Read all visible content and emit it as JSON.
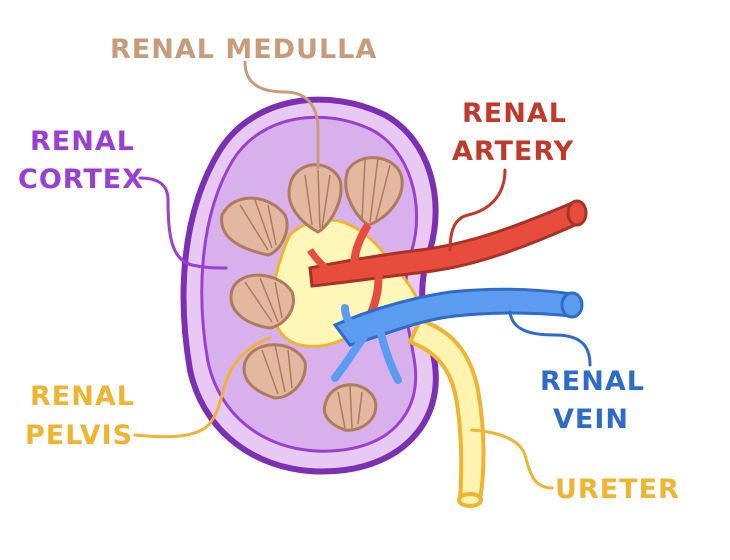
{
  "labels": {
    "renal_medulla": "RENAL MEDULLA",
    "renal_cortex": [
      "RENAL",
      "CORTEX"
    ],
    "renal_artery": [
      "RENAL",
      "ARTERY"
    ],
    "renal_vein": [
      "RENAL",
      "VEIN"
    ],
    "renal_pelvis": [
      "RENAL",
      "PELVIS"
    ],
    "ureter": "URETER"
  },
  "colors": {
    "medulla": "#c89b7b",
    "cortex": "#9b3fd1",
    "artery": "#c0392b",
    "vein": "#2f6cc9",
    "pelvis": "#f0b433",
    "ureter": "#f0b433"
  },
  "icons": {
    "kidney": "kidney-illustration"
  }
}
